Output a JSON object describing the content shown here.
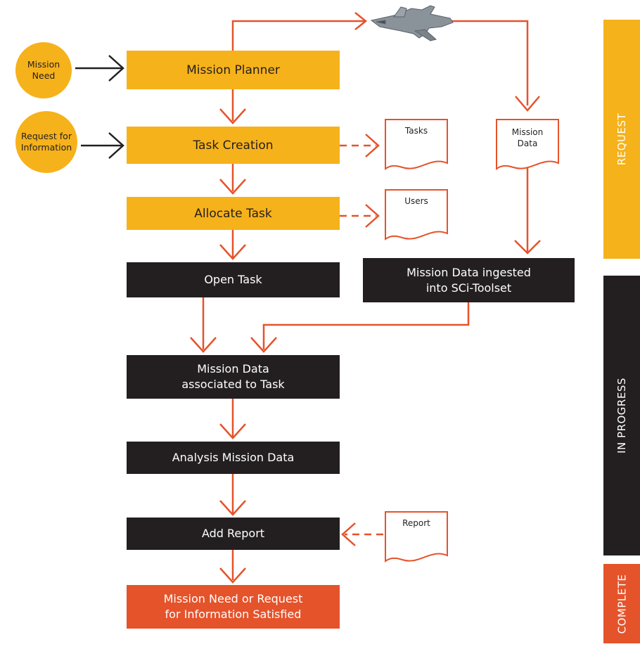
{
  "inputs": {
    "mission_need": "Mission\nNeed",
    "request_info": "Request for\nInformation"
  },
  "steps": {
    "mission_planner": "Mission Planner",
    "task_creation": "Task Creation",
    "allocate_task": "Allocate Task",
    "open_task": "Open Task",
    "mission_data_ingested": "Mission Data ingested\ninto SCi-Toolset",
    "mission_data_associated": "Mission Data\nassociated to Task",
    "analysis": "Analysis Mission Data",
    "add_report": "Add Report",
    "satisfied": "Mission Need or Request\nfor Information Satisfied"
  },
  "documents": {
    "tasks": "Tasks",
    "users": "Users",
    "mission_data": "Mission\nData",
    "report": "Report"
  },
  "phases": {
    "request": "REQUEST",
    "in_progress": "IN PROGRESS",
    "complete": "COMPLETE"
  },
  "colors": {
    "yellow": "#f6b21b",
    "dark": "#231f20",
    "orange": "#e5532b"
  },
  "icons": [
    "jet-aircraft-icon"
  ]
}
